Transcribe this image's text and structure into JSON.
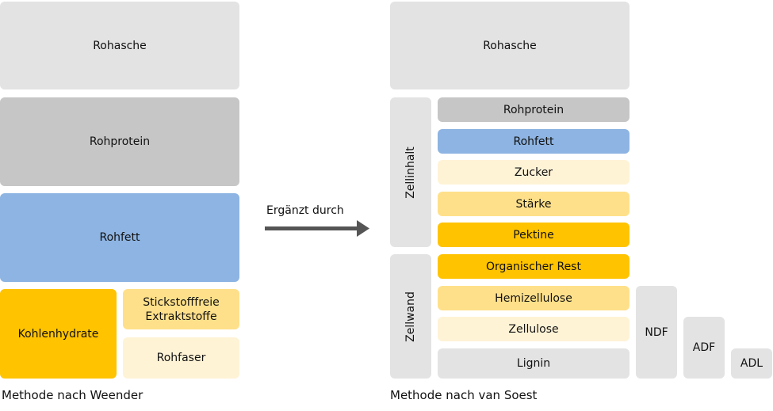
{
  "weende": {
    "caption": "Methode nach Weender",
    "rohasche": "Rohasche",
    "rohprotein": "Rohprotein",
    "rohfett": "Rohfett",
    "kohlenhydrate": "Kohlenhydrate",
    "nfe_line1": "Stickstofffreie",
    "nfe_line2": "Extraktstoffe",
    "rohfaser": "Rohfaser"
  },
  "arrow": {
    "label": "Ergänzt durch"
  },
  "soest": {
    "caption": "Methode nach van Soest",
    "rohasche": "Rohasche",
    "zellinhalt": "Zellinhalt",
    "zellwand": "Zellwand",
    "rows": [
      "Rohprotein",
      "Rohfett",
      "Zucker",
      "Stärke",
      "Pektine",
      "Organischer Rest",
      "Hemizellulose",
      "Zellulose",
      "Lignin"
    ],
    "ndf": "NDF",
    "adf": "ADF",
    "adl": "ADL"
  },
  "colors": {
    "grey_light": "#e3e3e3",
    "grey_mid": "#c6c6c6",
    "blue": "#8db4e2",
    "yellow": "#ffc300",
    "yellow_mid": "#ffe08a",
    "yellow_pale": "#fff3d6",
    "arrow": "#555555"
  }
}
